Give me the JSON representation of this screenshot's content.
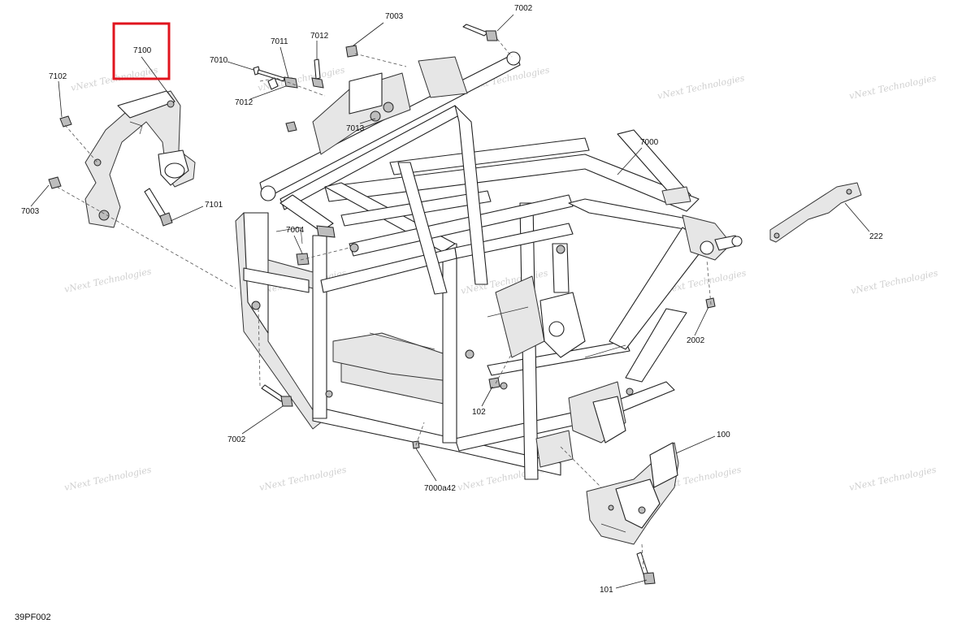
{
  "figure_code": "39PF002",
  "highlighted_part": "7100",
  "highlight_color": "#e0141e",
  "watermark_text": "vNext Technologies",
  "part_labels": {
    "p7100": "7100",
    "p7102": "7102",
    "p7003a": "7003",
    "p7101": "7101",
    "p7010": "7010",
    "p7011": "7011",
    "p7012a": "7012",
    "p7012b": "7012",
    "p7003b": "7003",
    "p7002a": "7002",
    "p7013": "7013",
    "p7000": "7000",
    "p7004": "7004",
    "p222": "222",
    "p2002": "2002",
    "p102": "102",
    "p7002b": "7002",
    "p7000a42": "7000a42",
    "p100": "100",
    "p101": "101"
  }
}
